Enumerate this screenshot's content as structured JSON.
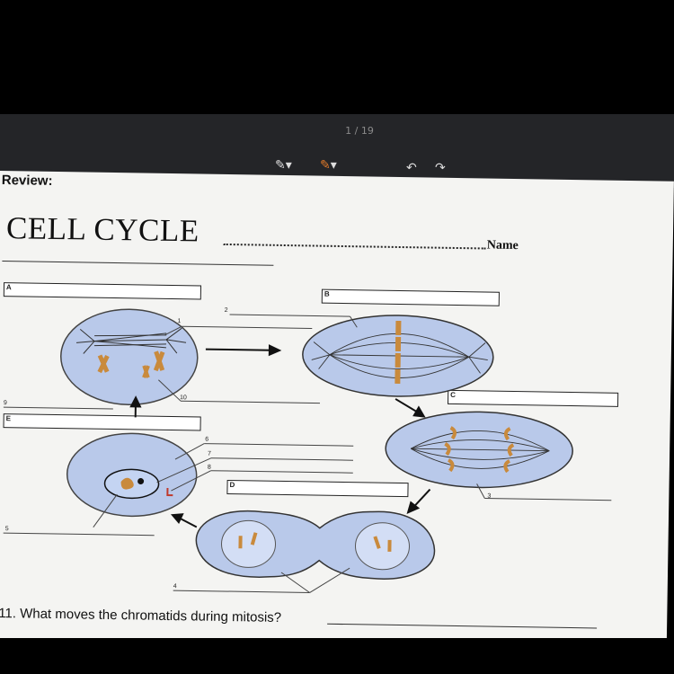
{
  "viewer": {
    "page_indicator": "1 / 19",
    "tools": [
      "pen-icon",
      "marker-icon",
      "undo-icon",
      "redo-icon"
    ]
  },
  "worksheet": {
    "review_label": "Review:",
    "title": "CELL CYCLE",
    "name_label": "Name",
    "boxes": [
      "A",
      "B",
      "C",
      "D",
      "E"
    ],
    "numbers": [
      "1",
      "2",
      "3",
      "4",
      "5",
      "6",
      "7",
      "8",
      "9",
      "10"
    ],
    "questions": [
      "11. What moves the chromatids during mitosis?"
    ]
  },
  "colors": {
    "cell_fill": "#b9c9ea",
    "chromosome": "#c98a3c",
    "toolbar": "#242528"
  }
}
